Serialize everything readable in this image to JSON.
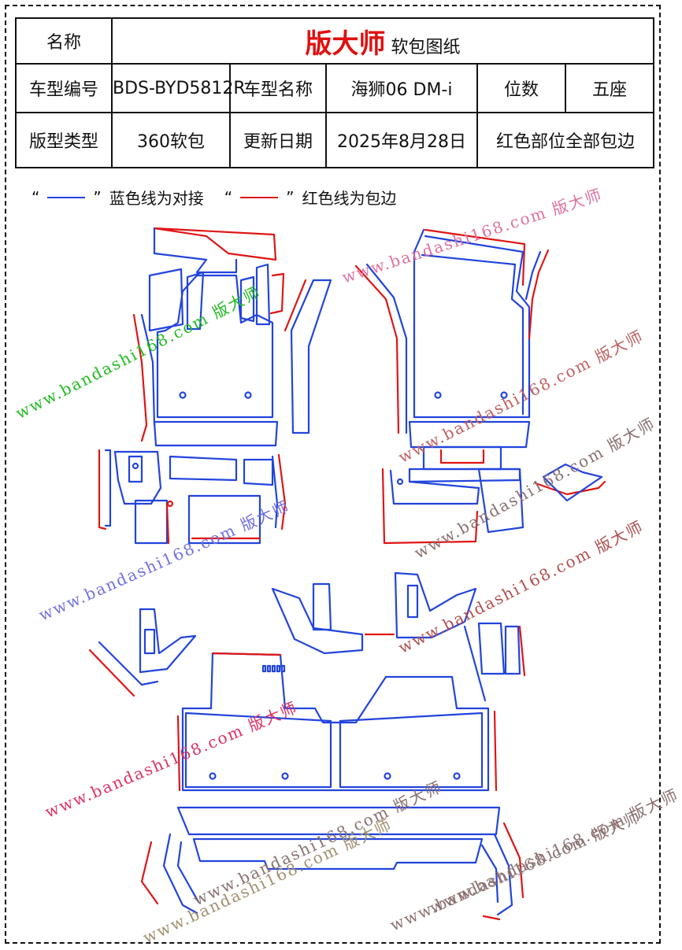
{
  "header": {
    "name_label": "名称",
    "brand": "版大师",
    "brand_suffix": "软包图纸",
    "model_code_label": "车型编号",
    "model_code": "BDS-BYD5812R",
    "model_name_label": "车型名称",
    "model_name": "海狮06 DM-i",
    "seats_label": "位数",
    "seats": "五座",
    "pattern_type_label": "版型类型",
    "pattern_type": "360软包",
    "update_label": "更新日期",
    "update_date": "2025年8月28日",
    "note": "红色部位全部包边"
  },
  "legend": {
    "open_quote": "“",
    "close_quote": "”",
    "blue_text": "蓝色线为对接",
    "red_text": "红色线为包边"
  },
  "watermarks": [
    {
      "text": "www.bandashi168.com 版大师",
      "color": "#22bb22"
    },
    {
      "text": "www.bandashi168.com 版大师",
      "color": "#e070a0"
    },
    {
      "text": "www.bandashi168.com 版大师",
      "color": "#c06060"
    },
    {
      "text": "www.bandashi168.com 版大师",
      "color": "#b05050"
    },
    {
      "text": "www.bandashi168.com 版大师",
      "color": "#8a7070"
    },
    {
      "text": "www.bandashi168.com 版大师",
      "color": "#7070e0"
    },
    {
      "text": "www.bandashi168.com 版大师",
      "color": "#8a7070"
    },
    {
      "text": "www.bandashi168.com 版大师",
      "color": "#e03060"
    },
    {
      "text": "www.bandashi168.com 版大师",
      "color": "#8a7070"
    },
    {
      "text": "www.bandashi168.com 版大师",
      "color": "#a09070"
    },
    {
      "text": "www.bandashi168.com 版大师",
      "color": "#8a7070"
    }
  ],
  "colors": {
    "seam_blue": "#2244dd",
    "edge_red": "#e01515",
    "grid": "#111111"
  }
}
